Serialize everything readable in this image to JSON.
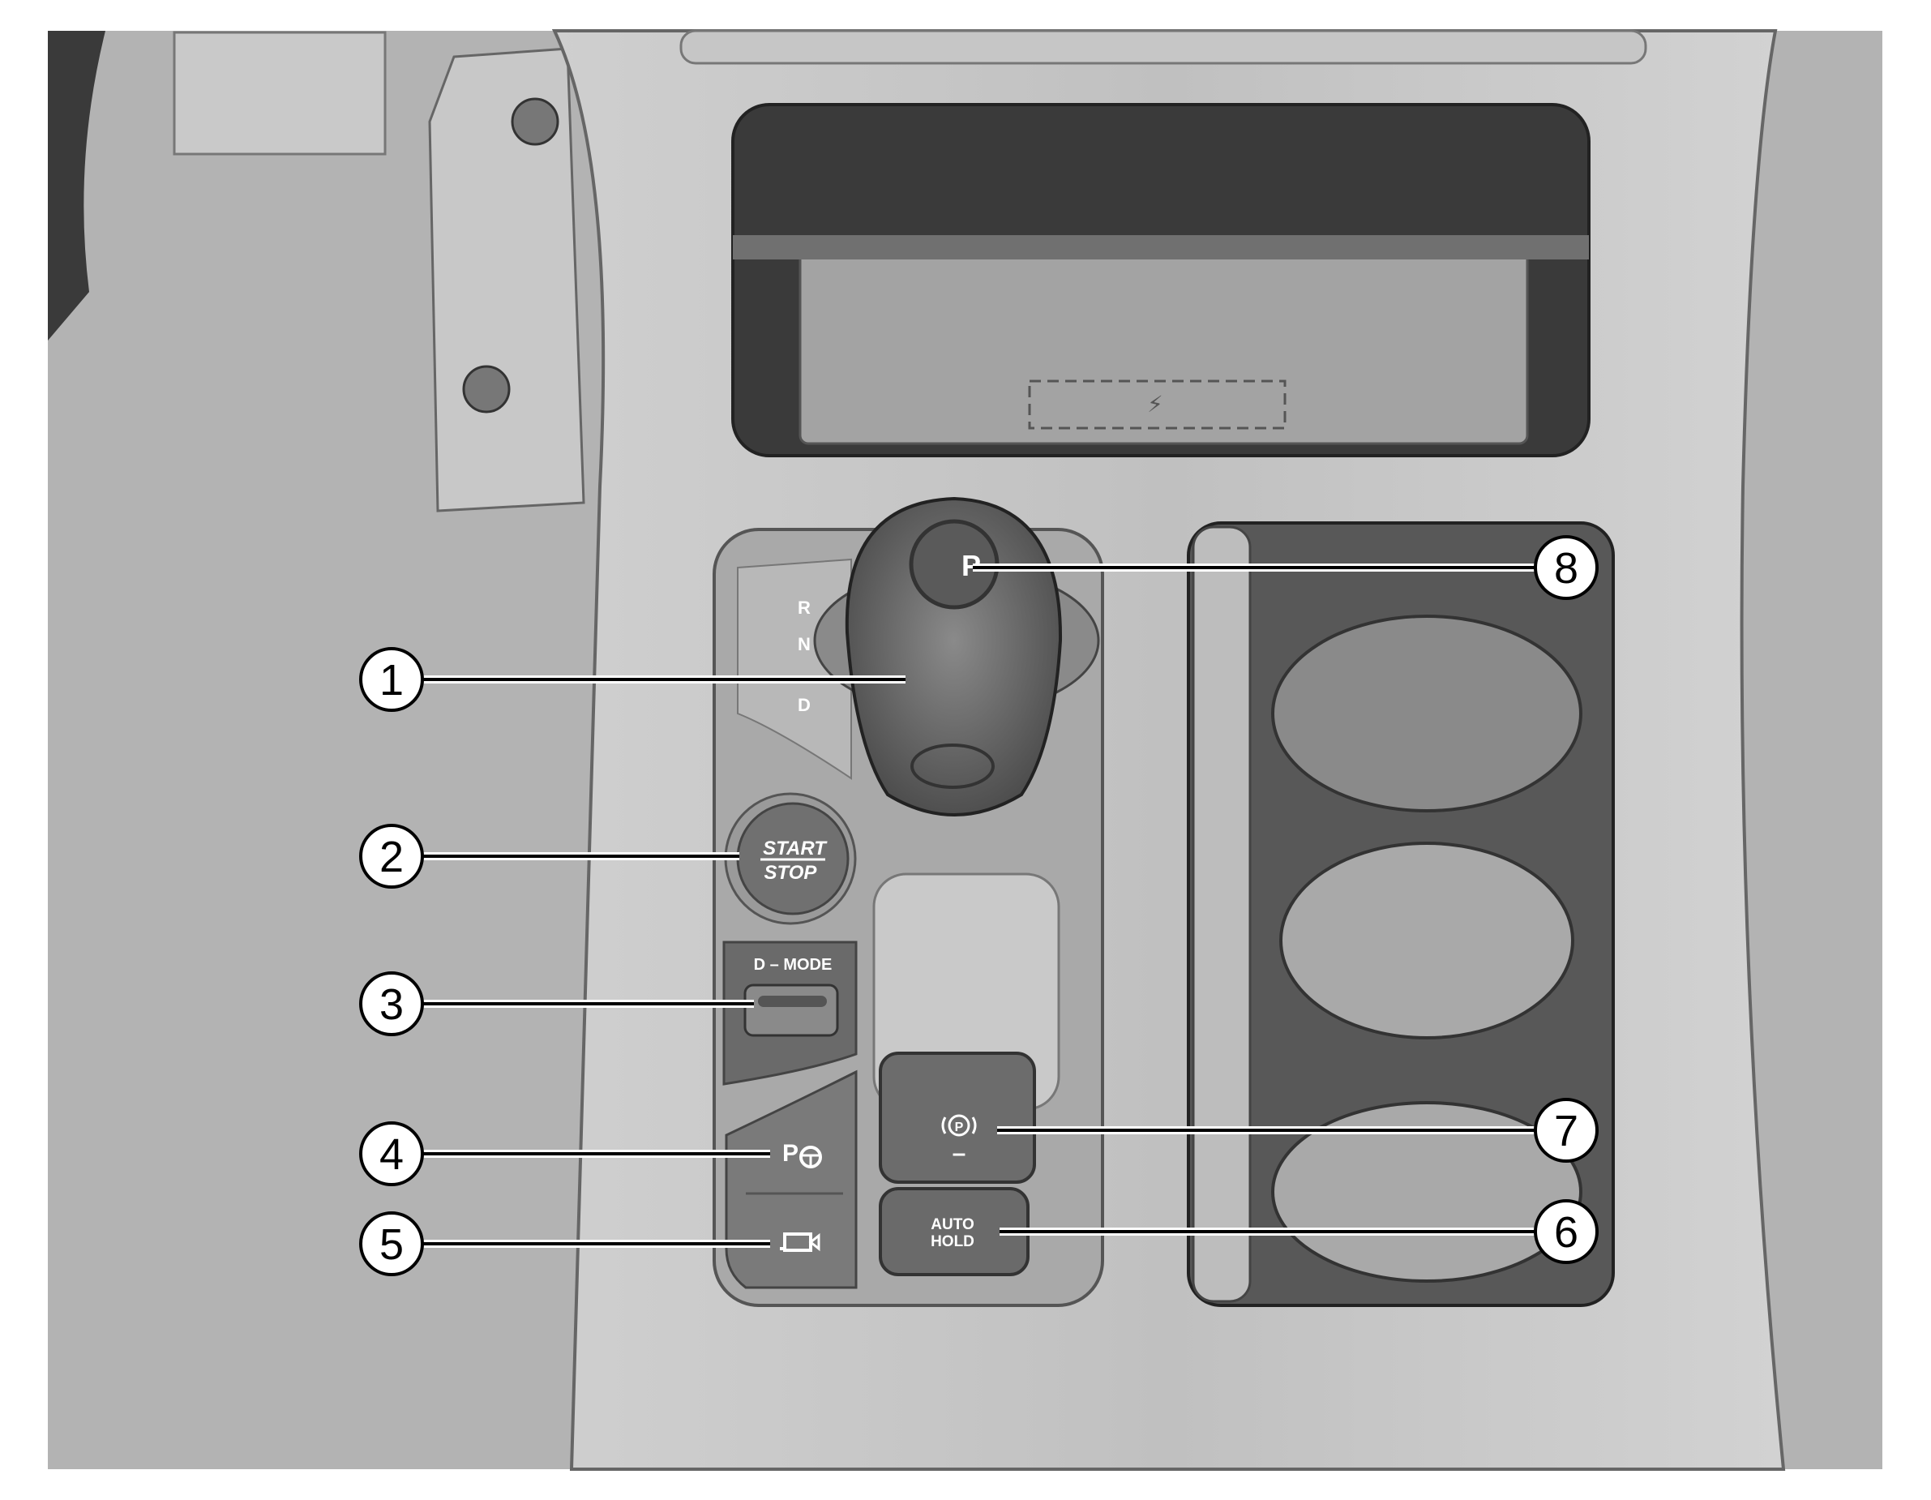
{
  "gear_positions": [
    "R",
    "N",
    "D"
  ],
  "park_button": "P",
  "start_stop": {
    "top": "START",
    "bottom": "STOP"
  },
  "drive_mode": "D – MODE",
  "epb_switch_minus": "–",
  "auto_hold": {
    "line1": "AUTO",
    "line2": "HOLD"
  },
  "park_assist_letter": "P",
  "icons": [
    "park-assist-icon",
    "camera-icon",
    "parking-brake-icon",
    "wireless-charging-icon"
  ],
  "callouts": [
    {
      "number": "1",
      "target": "shift-knob"
    },
    {
      "number": "2",
      "target": "start-stop-button"
    },
    {
      "number": "3",
      "target": "drive-mode-wheel"
    },
    {
      "number": "4",
      "target": "parking-assist-button"
    },
    {
      "number": "5",
      "target": "camera-button"
    },
    {
      "number": "6",
      "target": "auto-hold-button"
    },
    {
      "number": "7",
      "target": "electronic-parking-brake-switch"
    },
    {
      "number": "8",
      "target": "park-button"
    }
  ]
}
